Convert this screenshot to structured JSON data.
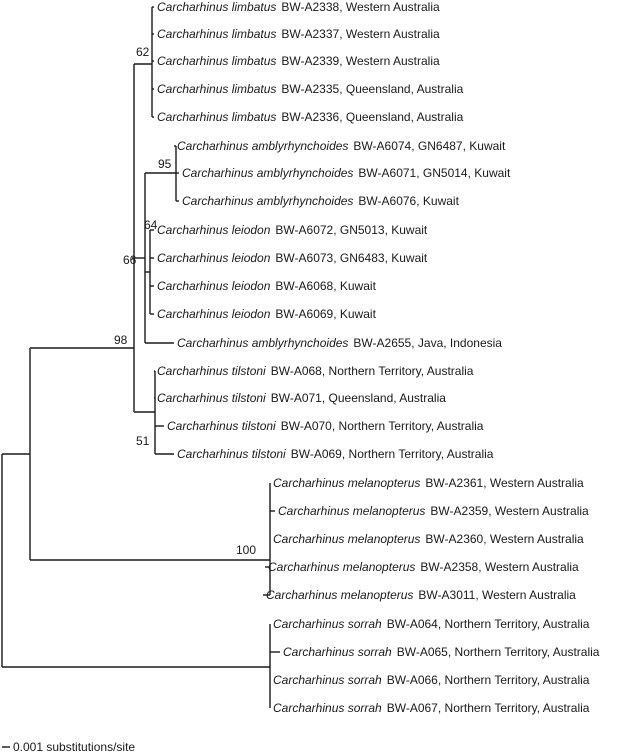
{
  "tree": {
    "leaves": [
      {
        "species": "Carcharhinus limbatus",
        "info": "BW-A2338, Western Australia"
      },
      {
        "species": "Carcharhinus limbatus",
        "info": "BW-A2337, Western Australia"
      },
      {
        "species": "Carcharhinus limbatus",
        "info": "BW-A2339, Western Australia"
      },
      {
        "species": "Carcharhinus limbatus",
        "info": "BW-A2335, Queensland, Australia"
      },
      {
        "species": "Carcharhinus limbatus",
        "info": "BW-A2336, Queensland, Australia"
      },
      {
        "species": "Carcharhinus amblyrhynchoides",
        "info": "BW-A6074, GN6487, Kuwait"
      },
      {
        "species": "Carcharhinus amblyrhynchoides",
        "info": "BW-A6071, GN5014, Kuwait"
      },
      {
        "species": "Carcharhinus amblyrhynchoides",
        "info": "BW-A6076, Kuwait"
      },
      {
        "species": "Carcharhinus leiodon",
        "info": "BW-A6072, GN5013, Kuwait"
      },
      {
        "species": "Carcharhinus leiodon",
        "info": "BW-A6073, GN6483, Kuwait"
      },
      {
        "species": "Carcharhinus leiodon",
        "info": "BW-A6068, Kuwait"
      },
      {
        "species": "Carcharhinus leiodon",
        "info": "BW-A6069, Kuwait"
      },
      {
        "species": "Carcharhinus amblyrhynchoides",
        "info": "BW-A2655, Java, Indonesia"
      },
      {
        "species": "Carcharhinus tilstoni",
        "info": "BW-A068, Northern Territory, Australia"
      },
      {
        "species": "Carcharhinus tilstoni",
        "info": "BW-A071, Queensland, Australia"
      },
      {
        "species": "Carcharhinus tilstoni",
        "info": "BW-A070, Northern Territory, Australia"
      },
      {
        "species": "Carcharhinus tilstoni",
        "info": "BW-A069, Northern Territory, Australia"
      },
      {
        "species": "Carcharhinus melanopterus",
        "info": "BW-A2361, Western Australia"
      },
      {
        "species": "Carcharhinus melanopterus",
        "info": "BW-A2359, Western Australia"
      },
      {
        "species": "Carcharhinus melanopterus",
        "info": "BW-A2360, Western Australia"
      },
      {
        "species": "Carcharhinus melanopterus",
        "info": "BW-A2358, Western Australia"
      },
      {
        "species": "Carcharhinus melanopterus",
        "info": "BW-A3011, Western Australia"
      },
      {
        "species": "Carcharhinus sorrah",
        "info": "BW-A064, Northern Territory, Australia"
      },
      {
        "species": "Carcharhinus sorrah",
        "info": "BW-A065, Northern Territory, Australia"
      },
      {
        "species": "Carcharhinus sorrah",
        "info": "BW-A066, Northern Territory, Australia"
      },
      {
        "species": "Carcharhinus sorrah",
        "info": "BW-A067, Northern Territory, Australia"
      }
    ],
    "bootstrap": [
      "62",
      "95",
      "64",
      "66",
      "98",
      "51",
      "100"
    ]
  },
  "scale_bar": {
    "label": "0.001 substitutions/site"
  }
}
